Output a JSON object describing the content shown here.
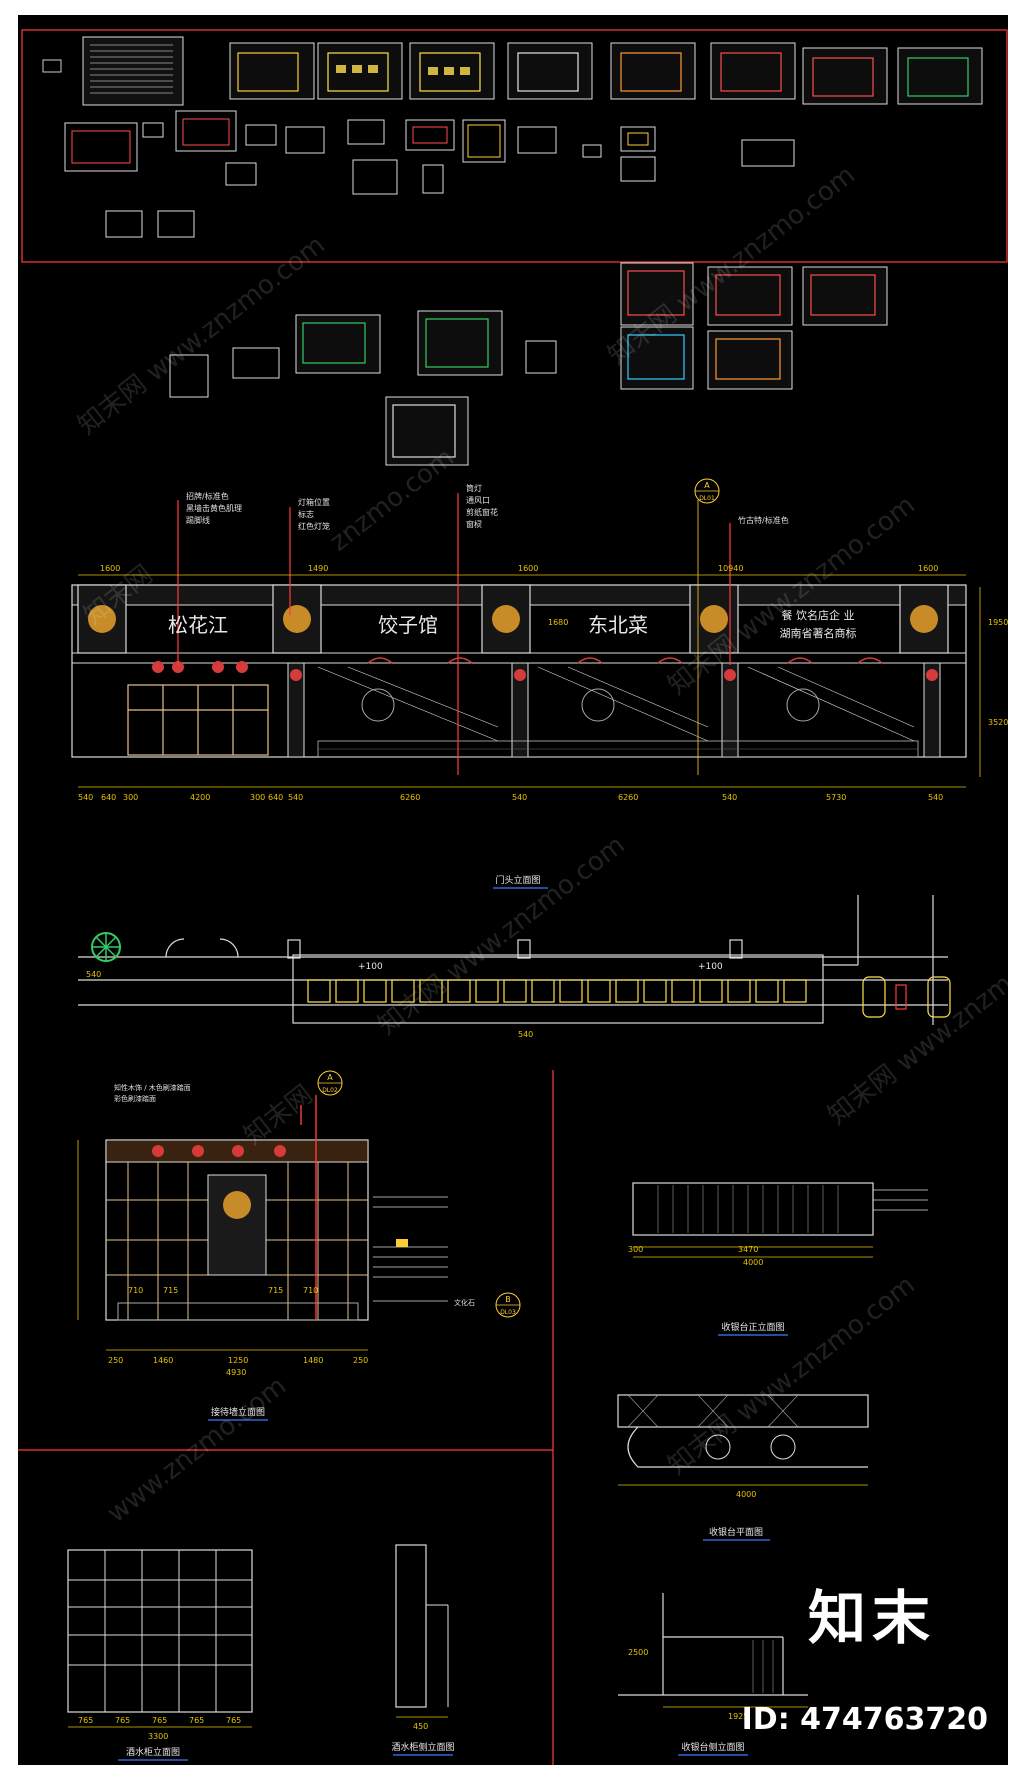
{
  "signboard": {
    "panels": [
      "松花江",
      "饺子馆",
      "东北菜"
    ],
    "slogan_line1": "餐 饮名店企 业",
    "slogan_line2": "湖南省著名商标",
    "top_dims": [
      "1600",
      "1490",
      "1600",
      "10940",
      "1600"
    ],
    "bottom_dims": [
      "540",
      "640",
      "300",
      "4200",
      "300",
      "640",
      "540",
      "6260",
      "540",
      "6260",
      "540",
      "5730",
      "540"
    ],
    "right_dims": [
      "1950",
      "3520"
    ],
    "mid_dim": "1680",
    "callouts_a": [
      "招牌/标准色",
      "黑墙击黄色肌理",
      "踢脚线"
    ],
    "callouts_b": [
      "灯箱位置",
      "标志",
      "红色灯笼"
    ],
    "callouts_c": [
      "筒灯",
      "通风口",
      "剪纸窗花",
      "窗棂"
    ],
    "callouts_d": [
      "竹古特/标准色"
    ],
    "ref": "A",
    "ref_sub": "DL01",
    "caption": "门头立面图"
  },
  "plan": {
    "level_left": "+100",
    "level_right": "+100",
    "dims": [
      "540",
      "540"
    ]
  },
  "reception": {
    "ref_a": "A",
    "ref_a_sub": "DL02",
    "ref_b": "B",
    "ref_b_sub": "DL03",
    "callouts_top": [
      "知性木饰 / 木色刷漆踏面",
      "彩色刷漆踏面"
    ],
    "wall_text": "文化石",
    "bottom_dims": [
      "250",
      "1460",
      "1250",
      "1480",
      "250"
    ],
    "total": "4930",
    "inner_dims": [
      "710",
      "715",
      "715",
      "710"
    ],
    "caption": "接待墙立面图"
  },
  "cashier_front": {
    "dims": [
      "300",
      "3470",
      "4000"
    ],
    "caption": "收银台正立面图"
  },
  "cashier_plan": {
    "dims": [
      "4000"
    ],
    "caption": "收银台平面图"
  },
  "cashier_side": {
    "dims": [
      "1925",
      "2500"
    ],
    "caption": "收银台侧立面图"
  },
  "water_cabinet": {
    "dims": [
      "765",
      "765",
      "765",
      "765",
      "765"
    ],
    "total": "3300",
    "caption": "酒水柜立面图"
  },
  "water_side": {
    "dims": [
      "450"
    ],
    "caption": "酒水柜侧立面图"
  },
  "watermarks": [
    "知末网 www.znzmo.com",
    "znzmo.com",
    "知末网",
    "www.znzmo.com"
  ],
  "brand": {
    "logo": "知末",
    "id_text": "ID: 474763720"
  },
  "colors": {
    "background": "#000000",
    "frame": "#ff3b3b",
    "line": "#d9d9d9",
    "accent": "#ffcc33",
    "dim": "#e6c200"
  }
}
